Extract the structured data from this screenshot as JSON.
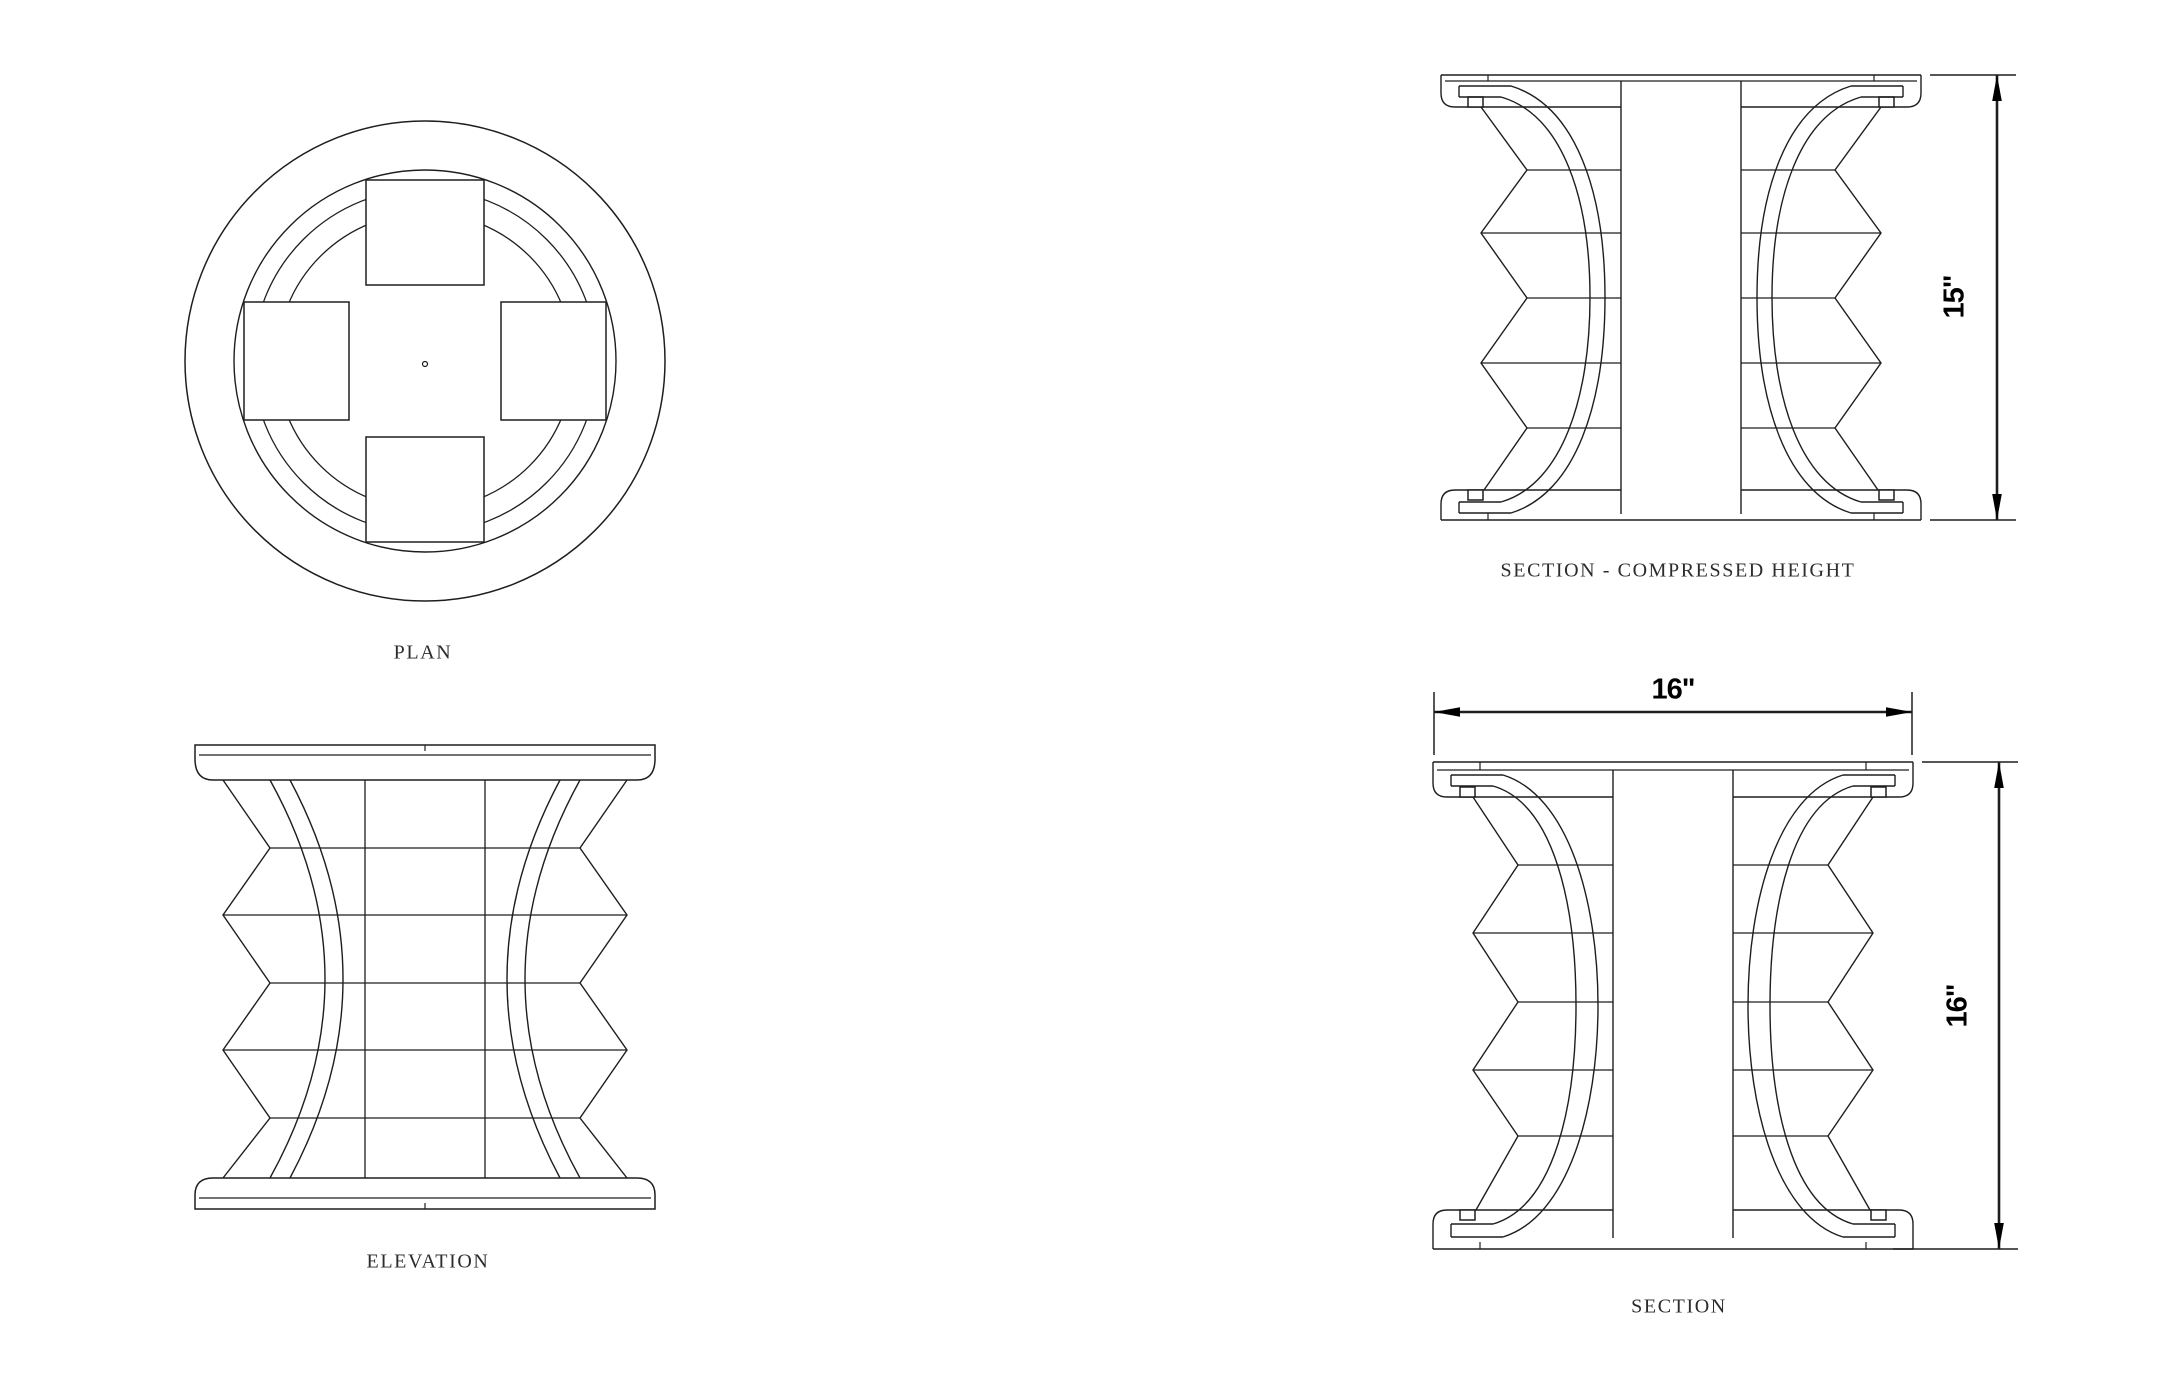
{
  "page": {
    "background": "#ffffff",
    "line_color": "#1e1e1e",
    "dim_color": "#000000"
  },
  "views": {
    "plan": {
      "label": "PLAN"
    },
    "elevation": {
      "label": "ELEVATION"
    },
    "section_compressed": {
      "label": "SECTION - COMPRESSED HEIGHT",
      "dim_height": "15\""
    },
    "section": {
      "label": "SECTION",
      "dim_width": "16\"",
      "dim_height": "16\""
    }
  }
}
